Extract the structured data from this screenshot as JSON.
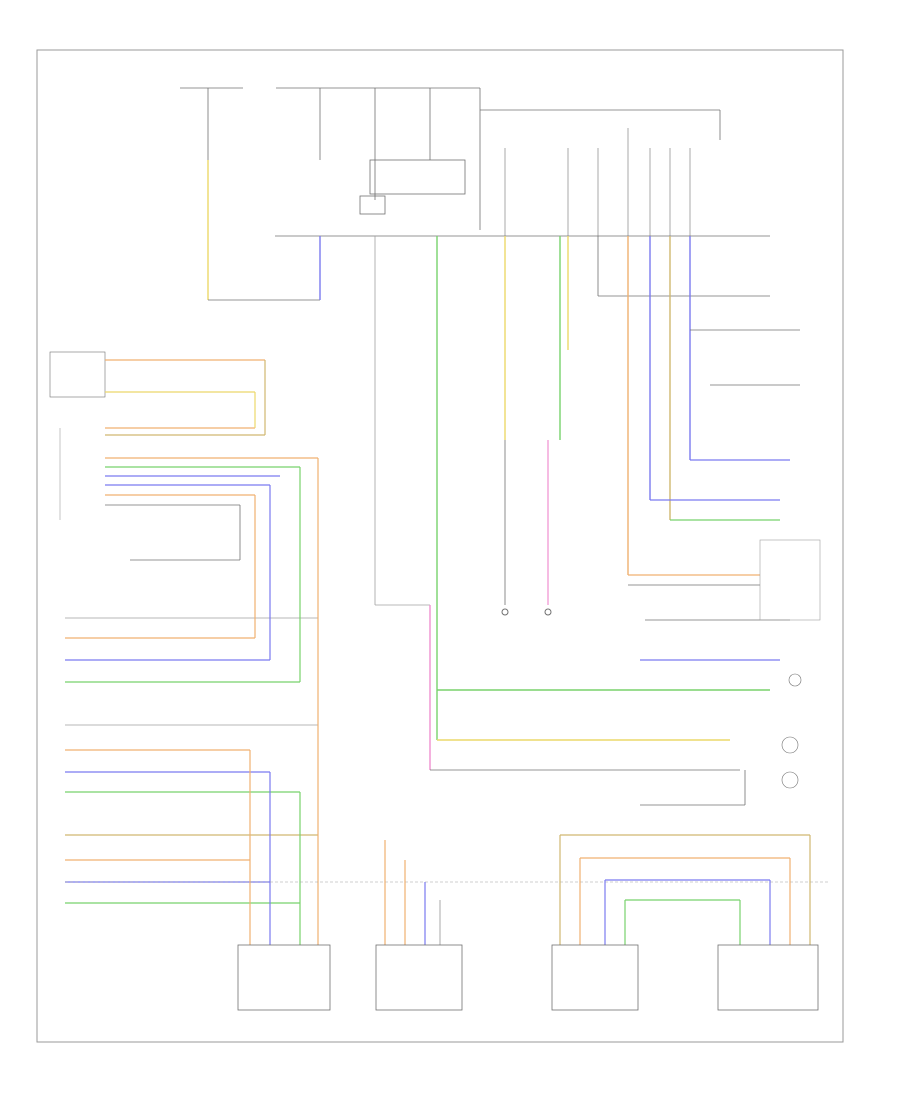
{
  "diagram": {
    "page_code": "",
    "colors": {
      "frame": "#9a9a9a",
      "wire_dark": "#707070",
      "wire_gray": "#a0a0a0",
      "yellow": "#ecd86a",
      "green": "#78d26c",
      "blue": "#7a7af0",
      "orange": "#f0b070",
      "pink": "#f090d0",
      "tan": "#d0b870"
    },
    "components": [
      {
        "id": "rear-courtesy-lamp"
      },
      {
        "id": "left-rear-lamp"
      },
      {
        "id": "right-rear-lamp"
      },
      {
        "id": "right-front-lamp"
      }
    ]
  }
}
